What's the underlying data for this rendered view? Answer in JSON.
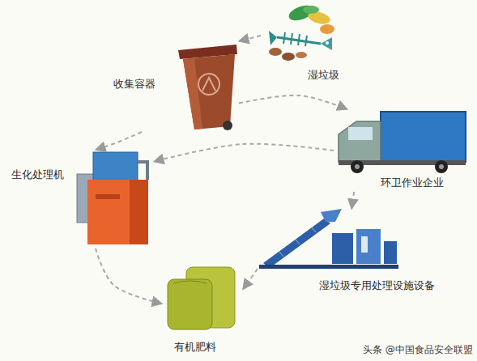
{
  "diagram": {
    "nodes": [
      {
        "text": [
          "湿垃圾"
        ]
      },
      {
        "text": [
          "收集容器"
        ]
      },
      {
        "text": [
          "环卫作业企业"
        ]
      },
      {
        "text": [
          "生化处理机"
        ]
      },
      {
        "text": [
          "湿垃圾专用处理设施设备"
        ]
      },
      {
        "text": [
          "有机肥料"
        ]
      }
    ],
    "edges": [
      {
        "from": 0,
        "to": 1,
        "arrow": "to"
      },
      {
        "from": 1,
        "to": 2,
        "arrow": "to"
      },
      {
        "from": 1,
        "to": 3,
        "arrow": "to"
      },
      {
        "from": 2,
        "to": 3,
        "arrow": "to"
      },
      {
        "from": 2,
        "to": 4,
        "arrow": "to"
      },
      {
        "from": 3,
        "to": 5,
        "arrow": "to"
      },
      {
        "from": 4,
        "to": 5,
        "arrow": "to"
      }
    ],
    "labels": [
      "头条 @中国食品安全联盟"
    ]
  }
}
